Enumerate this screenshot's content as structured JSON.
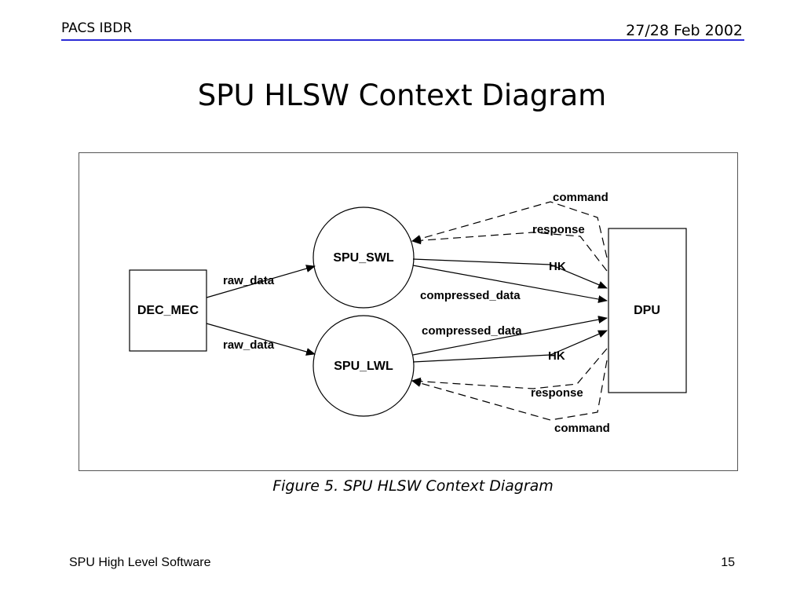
{
  "header": {
    "left": "PACS IBDR",
    "right": "27/28 Feb 2002"
  },
  "title": "SPU HLSW Context Diagram",
  "diagram": {
    "nodes": {
      "dec_mec": "DEC_MEC",
      "spu_swl": "SPU_SWL",
      "spu_lwl": "SPU_LWL",
      "dpu": "DPU"
    },
    "flows": {
      "raw_data_swl": "raw_data",
      "raw_data_lwl": "raw_data",
      "command_swl": "command",
      "response_swl": "response",
      "hk_swl": "HK",
      "compressed_data_swl": "compressed_data",
      "compressed_data_lwl": "compressed_data",
      "hk_lwl": "HK",
      "response_lwl": "response",
      "command_lwl": "command"
    }
  },
  "caption": "Figure 5. SPU HLSW Context Diagram",
  "footer": {
    "left": "SPU High Level Software",
    "right": "15"
  }
}
